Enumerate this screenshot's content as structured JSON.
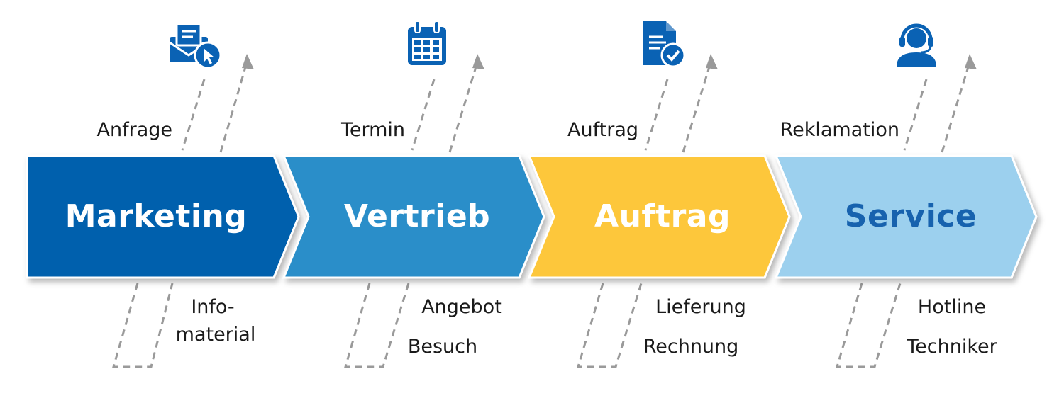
{
  "stages": [
    {
      "label": "Marketing",
      "fill": "#0561ad",
      "text_color": "#ffffff",
      "icon": "envelope-with-cursor-icon",
      "icon_color": "#0a62b4",
      "top_label": "Anfrage",
      "bottom_lines": [
        "Info-",
        "material"
      ]
    },
    {
      "label": "Vertrieb",
      "fill": "#2b8ec9",
      "text_color": "#ffffff",
      "icon": "calendar-icon",
      "icon_color": "#0a62b4",
      "top_label": "Termin",
      "bottom_lines": [
        "Angebot",
        "Besuch"
      ]
    },
    {
      "label": "Auftrag",
      "fill": "#fdc73a",
      "text_color": "#ffffff",
      "icon": "document-check-icon",
      "icon_color": "#0a62b4",
      "top_label": "Auftrag",
      "bottom_lines": [
        "Lieferung",
        "Rechnung"
      ]
    },
    {
      "label": "Service",
      "fill": "#9cd0ee",
      "text_color": "#1762ae",
      "icon": "headset-agent-icon",
      "icon_color": "#0a62b4",
      "top_label": "Reklamation",
      "bottom_lines": [
        "Hotline",
        "Techniker"
      ]
    }
  ],
  "arrow_color": "#9a9a9a"
}
